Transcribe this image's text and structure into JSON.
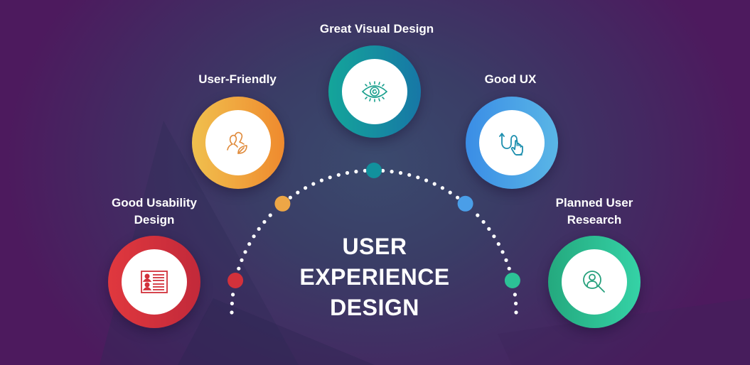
{
  "title": {
    "line1": "USER",
    "line2": "EXPERIENCE",
    "line3": "DESIGN"
  },
  "nodes": [
    {
      "id": "good-usability-design",
      "label_line1": "Good Usability",
      "label_line2": "Design",
      "icon": "profile-card-icon",
      "color_start": "#e0383e",
      "color_end": "#c2293a",
      "icon_color": "#d2313b"
    },
    {
      "id": "user-friendly",
      "label_line1": "User-Friendly",
      "icon": "users-leaf-icon",
      "color_start": "#f0c04e",
      "color_end": "#ef8a2e",
      "icon_color": "#e08a3a"
    },
    {
      "id": "great-visual-design",
      "label_line1": "Great Visual Design",
      "icon": "eye-icon",
      "color_start": "#14a59a",
      "color_end": "#1777a6",
      "icon_color": "#1aa08e"
    },
    {
      "id": "good-ux",
      "label_line1": "Good UX",
      "icon": "swipe-gesture-icon",
      "color_start": "#3a8de6",
      "color_end": "#5ab6e6",
      "icon_color": "#1d8fae"
    },
    {
      "id": "planned-user-research",
      "label_line1": "Planned User",
      "label_line2": "Research",
      "icon": "user-search-icon",
      "color_start": "#24a97e",
      "color_end": "#35d2a6",
      "icon_color": "#26a07c"
    }
  ],
  "arc": {
    "dot_color": "#ffffff",
    "marker_colors": [
      "#d3313b",
      "#eda646",
      "#12919d",
      "#4a9ee8",
      "#2cc196"
    ]
  }
}
